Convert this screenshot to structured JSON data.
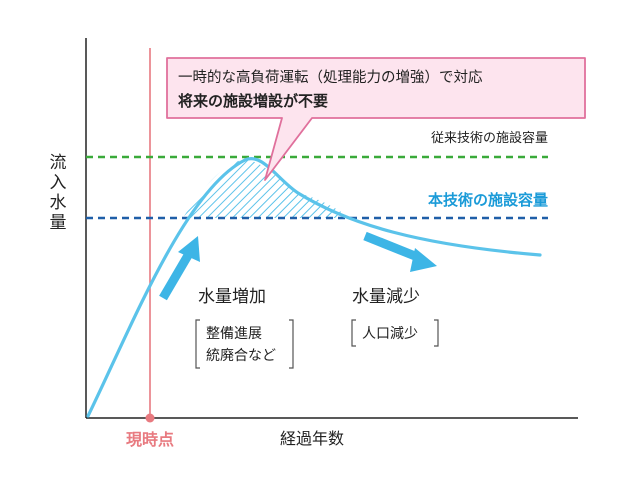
{
  "texts": {
    "y_axis_label": [
      "流",
      "入",
      "水",
      "量"
    ],
    "x_axis_label": "経過年数",
    "now_label": "現時点",
    "conventional_capacity": "従来技術の施設容量",
    "new_capacity": "本技術の施設容量",
    "callout_line1": "一時的な高負荷運転（処理能力の増強）で対応",
    "callout_line2": "将来の施設増設が不要",
    "increase_title": "水量増加",
    "increase_reasons": [
      "整備進展",
      "統廃合など"
    ],
    "decrease_title": "水量減少",
    "decrease_reason": "人口減少"
  },
  "colors": {
    "curve": "#5bc3ea",
    "now_line": "#e87a80",
    "conventional_line": "#3aaa3a",
    "new_line": "#1f5fa8",
    "new_label": "#1b9bd8",
    "callout_border": "#e0709c",
    "callout_fill": "#fde4ee",
    "now_label": "#e87a80"
  }
}
